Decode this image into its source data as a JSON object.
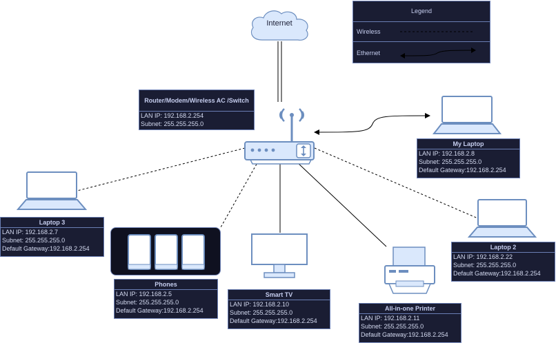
{
  "internet": {
    "label": "Internet"
  },
  "legend": {
    "title": "Legend",
    "items": [
      {
        "label": "Wireless"
      },
      {
        "label": "Ethernet"
      }
    ]
  },
  "router": {
    "title": "Router/Modem/Wireless AC /Switch",
    "lines": [
      "LAN IP: 192.168.2.254",
      "Subnet: 255.255.255.0"
    ]
  },
  "my_laptop": {
    "title": "My Laptop",
    "lines": [
      "LAN IP: 192.168.2.8",
      "Subnet: 255.255.255.0",
      "Default Gateway:192.168.2.254"
    ]
  },
  "laptop3": {
    "title": "Laptop 3",
    "lines": [
      "LAN IP: 192.168.2.7",
      "Subnet: 255.255.255.0",
      "Default Gateway:192.168.2.254"
    ]
  },
  "phones": {
    "title": "Phones",
    "lines": [
      "LAN IP: 192.168.2.5",
      "Subnet: 255.255.255.0",
      "Default Gateway:192.168.2.254"
    ]
  },
  "smart_tv": {
    "title": "Smart TV",
    "lines": [
      "LAN IP: 192.168.2.10",
      "Subnet: 255.255.255.0",
      "Default Gateway:192.168.2.254"
    ]
  },
  "printer": {
    "title": "All-in-one Printer",
    "lines": [
      "LAN IP: 192.168.2.11",
      "Subnet: 255.255.255.0",
      "Default Gateway:192.168.2.254"
    ]
  },
  "laptop2": {
    "title": "Laptop 2",
    "lines": [
      "LAN IP: 192.168.2.22",
      "Subnet: 255.255.255.0",
      "Default Gateway:192.168.2.254"
    ]
  },
  "colors": {
    "panel_bg": "#1a1d33",
    "panel_border": "#6b7fb5",
    "icon_fill": "#dae8fc",
    "icon_stroke": "#6c8ebf"
  }
}
